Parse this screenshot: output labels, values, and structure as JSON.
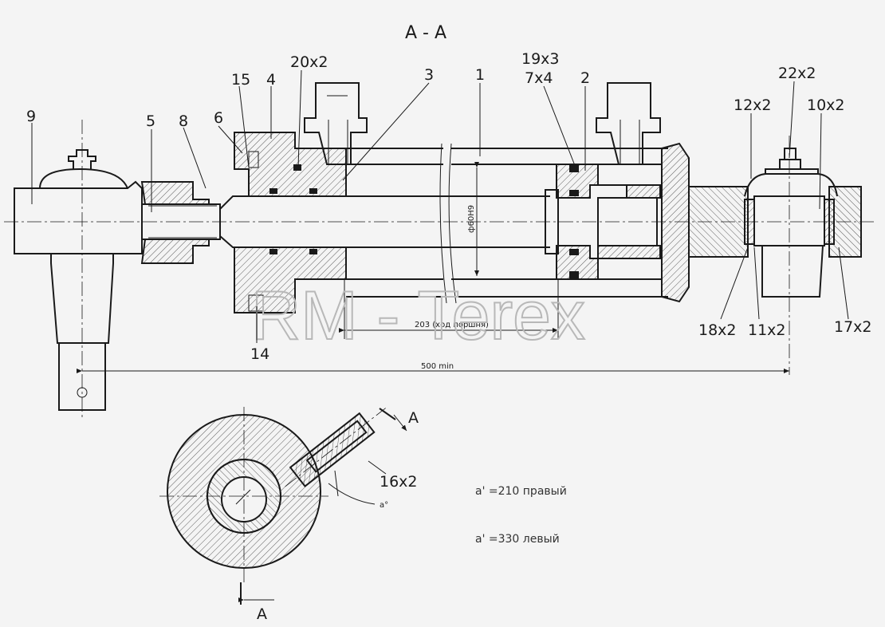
{
  "drawing": {
    "title": "A - A",
    "labels": {
      "l1": "1",
      "l2": "2",
      "l3": "3",
      "l4": "4",
      "l5": "5",
      "l6": "6",
      "l8": "8",
      "l9": "9",
      "l14": "14",
      "l15": "15",
      "l10x2": "10x2",
      "l11x2": "11x2",
      "l12x2": "12x2",
      "l16x2": "16x2",
      "l17x2": "17x2",
      "l18x2": "18x2",
      "l19x3": "19x3",
      "l20x2": "20x2",
      "l22x2": "22x2",
      "l7x4": "7x4"
    },
    "dim_stroke": "203 (ход поршня)",
    "dim_min": "500 min",
    "dim_bore": "ф60Н9",
    "angle_label": "а°",
    "section_mark": "А",
    "note_right": "а' =210 правый",
    "note_left": "а' =330 левый",
    "watermark": "RM - Terex"
  }
}
